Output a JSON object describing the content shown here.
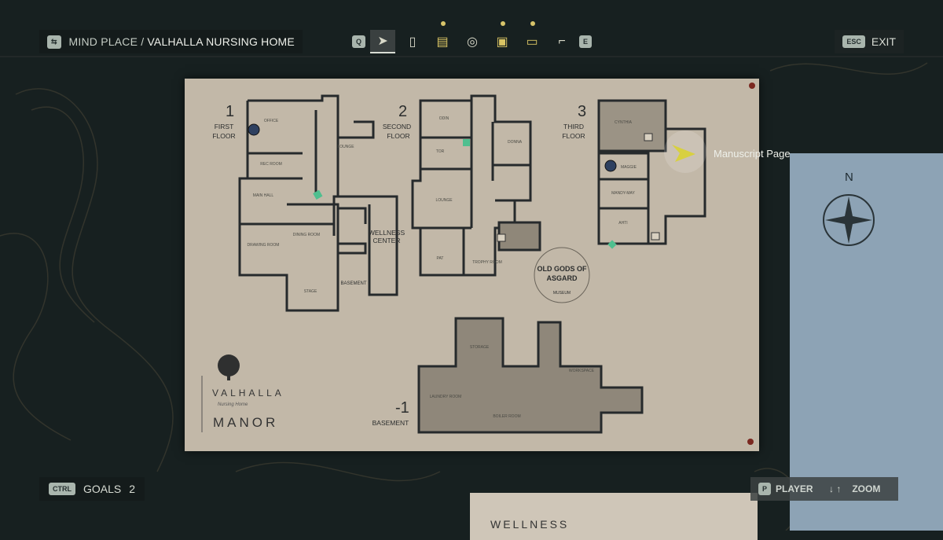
{
  "header": {
    "back_key": "⇆",
    "breadcrumb_root": "MIND PLACE",
    "breadcrumb_sep": "/",
    "breadcrumb_current": "VALHALLA NURSING HOME",
    "prev_key": "Q",
    "next_key": "E",
    "exit_key": "ESC",
    "exit_label": "EXIT"
  },
  "tabs": [
    {
      "name": "map",
      "icon": "➤",
      "active": true,
      "new": false
    },
    {
      "name": "case-files",
      "icon": "▯",
      "new": false
    },
    {
      "name": "manuscript",
      "icon": "▤",
      "new": true
    },
    {
      "name": "rings",
      "icon": "◎",
      "new": false
    },
    {
      "name": "radio",
      "icon": "▣",
      "new": true
    },
    {
      "name": "tv",
      "icon": "▭",
      "new": true
    },
    {
      "name": "weapons",
      "icon": "⌐",
      "new": false
    }
  ],
  "map": {
    "floors": [
      {
        "number": "1",
        "name_line1": "FIRST",
        "name_line2": "FLOOR"
      },
      {
        "number": "2",
        "name_line1": "SECOND",
        "name_line2": "FLOOR"
      },
      {
        "number": "3",
        "name_line1": "THIRD",
        "name_line2": "FLOOR"
      },
      {
        "number": "-1",
        "name_line1": "BASEMENT",
        "name_line2": ""
      }
    ],
    "rooms_floor1": [
      "OFFICE",
      "REC ROOM",
      "LOUNGE",
      "MAIN HALL",
      "DINING ROOM",
      "DRAWING ROOM",
      "STAGE"
    ],
    "rooms_floor2": [
      "ODIN",
      "TOR",
      "DONNA",
      "LOUNGE",
      "PAT",
      "TROPHY ROOM"
    ],
    "rooms_floor3": [
      "CYNTHIA",
      "MAGGIE",
      "MANDY-MAY",
      "AHTI"
    ],
    "rooms_basement": [
      "STORAGE",
      "LAUNDRY ROOM",
      "BOILER ROOM",
      "WORKSPACE"
    ],
    "labels": {
      "wellness_line1": "WELLNESS",
      "wellness_line2": "CENTER",
      "basement": "BASEMENT",
      "museum_title1": "OLD GODS OF",
      "museum_title2": "ASGARD",
      "museum_sub": "MUSEUM"
    },
    "logo": {
      "title": "VALHALLA",
      "subtitle": "Nursing Home",
      "building": "MANOR"
    },
    "tooltip": "Manuscript Page"
  },
  "wellness_card": "WELLNESS",
  "footer": {
    "goals_key": "CTRL",
    "goals_label": "GOALS",
    "goals_count": "2",
    "player_key": "P",
    "player_label": "PLAYER",
    "zoom_keys": "↓ ↑",
    "zoom_label": "ZOOM"
  },
  "colors": {
    "paper": "#c2b8a8",
    "wall": "#262a2c",
    "accent": "#d9c464",
    "collectible": "#4fbf8f"
  }
}
